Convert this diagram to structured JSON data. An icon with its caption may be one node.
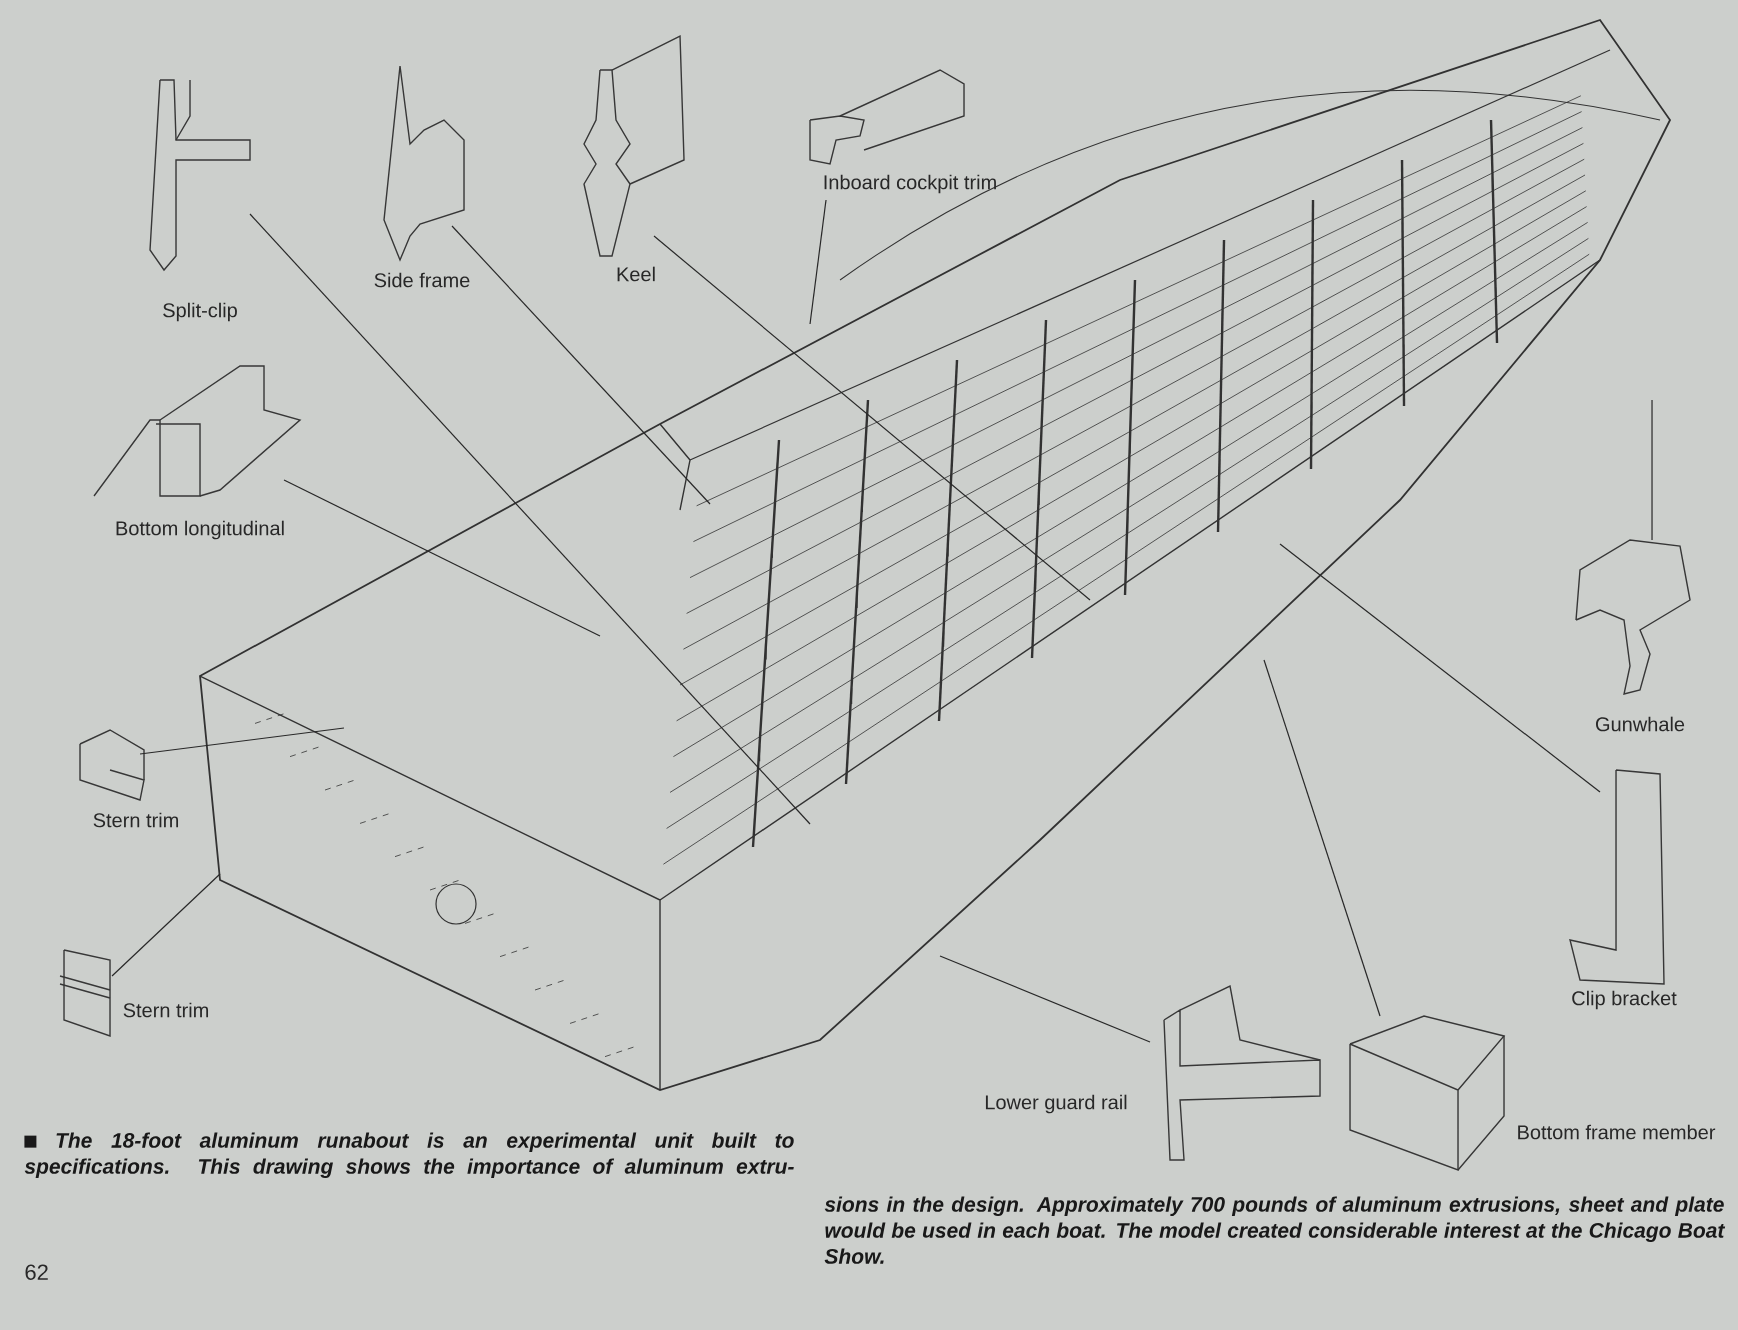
{
  "diagram": {
    "nodes": [
      {
        "text": [
          "Split-clip"
        ]
      },
      {
        "text": [
          "Side frame"
        ]
      },
      {
        "text": [
          "Keel"
        ]
      },
      {
        "text": [
          "Inboard cockpit trim"
        ]
      },
      {
        "text": [
          "Bottom longitudinal"
        ]
      },
      {
        "text": [
          "Stern trim"
        ]
      },
      {
        "text": [
          "Stern trim"
        ]
      },
      {
        "text": [
          "Gunwhale"
        ]
      },
      {
        "text": [
          "Clip bracket"
        ]
      },
      {
        "text": [
          "Lower guard rail"
        ]
      },
      {
        "text": [
          "Bottom frame member"
        ]
      }
    ],
    "edges": [
      {
        "from": 0,
        "to": null,
        "arrow": "none"
      },
      {
        "from": 1,
        "to": null,
        "arrow": "none"
      },
      {
        "from": 2,
        "to": null,
        "arrow": "none"
      },
      {
        "from": 3,
        "to": null,
        "arrow": "none"
      },
      {
        "from": 4,
        "to": null,
        "arrow": "none"
      },
      {
        "from": 5,
        "to": null,
        "arrow": "none"
      },
      {
        "from": 6,
        "to": null,
        "arrow": "none"
      },
      {
        "from": 7,
        "to": null,
        "arrow": "none"
      },
      {
        "from": 8,
        "to": null,
        "arrow": "none"
      },
      {
        "from": 9,
        "to": null,
        "arrow": "none"
      },
      {
        "from": 10,
        "to": null,
        "arrow": "none"
      }
    ],
    "labels": [
      "The 18-foot aluminum runabout is an experimental unit built to specifications. This drawing shows the importance of aluminum extru-",
      "sions in the design. Approximately 700 pounds of aluminum extrusions, sheet and plate would be used in each boat. The model created considerable interest at the Chicago Boat Show.",
      "62"
    ]
  }
}
